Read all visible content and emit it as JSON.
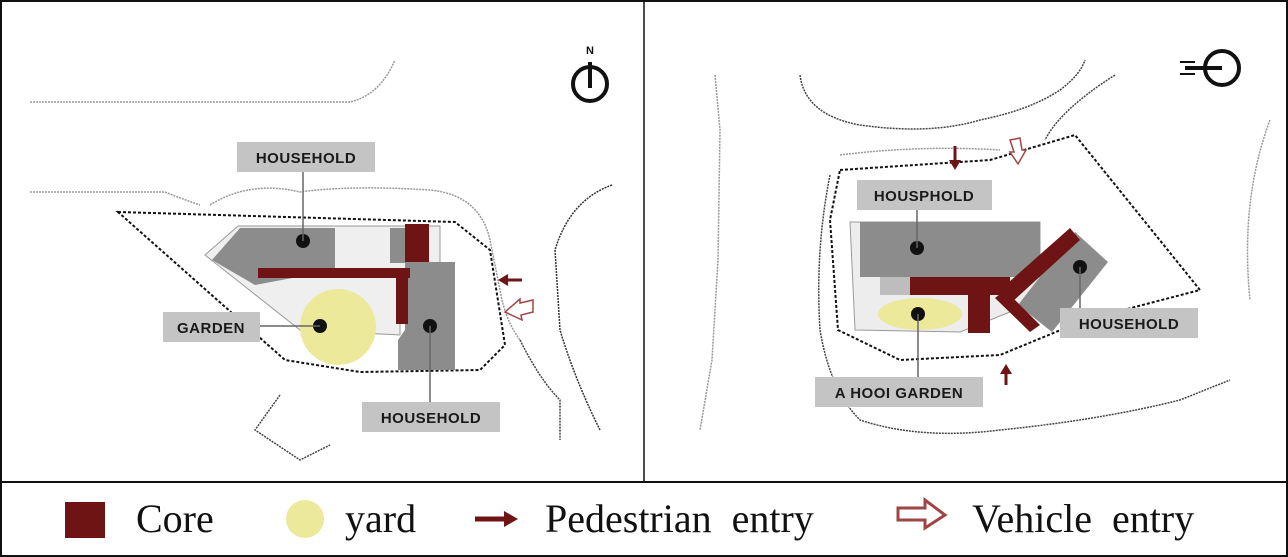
{
  "colors": {
    "core": "#6e1414",
    "yard": "#ece99a",
    "building": "#8c8c8c",
    "light_area": "#e6e6e6",
    "label_bg": "#c4c4c4",
    "arrow": "#6e1414",
    "line": "#222222"
  },
  "left_plan": {
    "north_symbol": "N",
    "labels": {
      "household_top": "HOUSEHOLD",
      "garden": "GARDEN",
      "household_bottom": "HOUSEHOLD"
    }
  },
  "right_plan": {
    "labels": {
      "household_top": "HOUSPHOLD",
      "household_right": "HOUSEHOLD",
      "garden": "A HOOI GARDEN"
    }
  },
  "legend": {
    "core": "Core",
    "yard": "yard",
    "pedestrian": "Pedestrian  entry",
    "vehicle": "Vehicle  entry"
  }
}
